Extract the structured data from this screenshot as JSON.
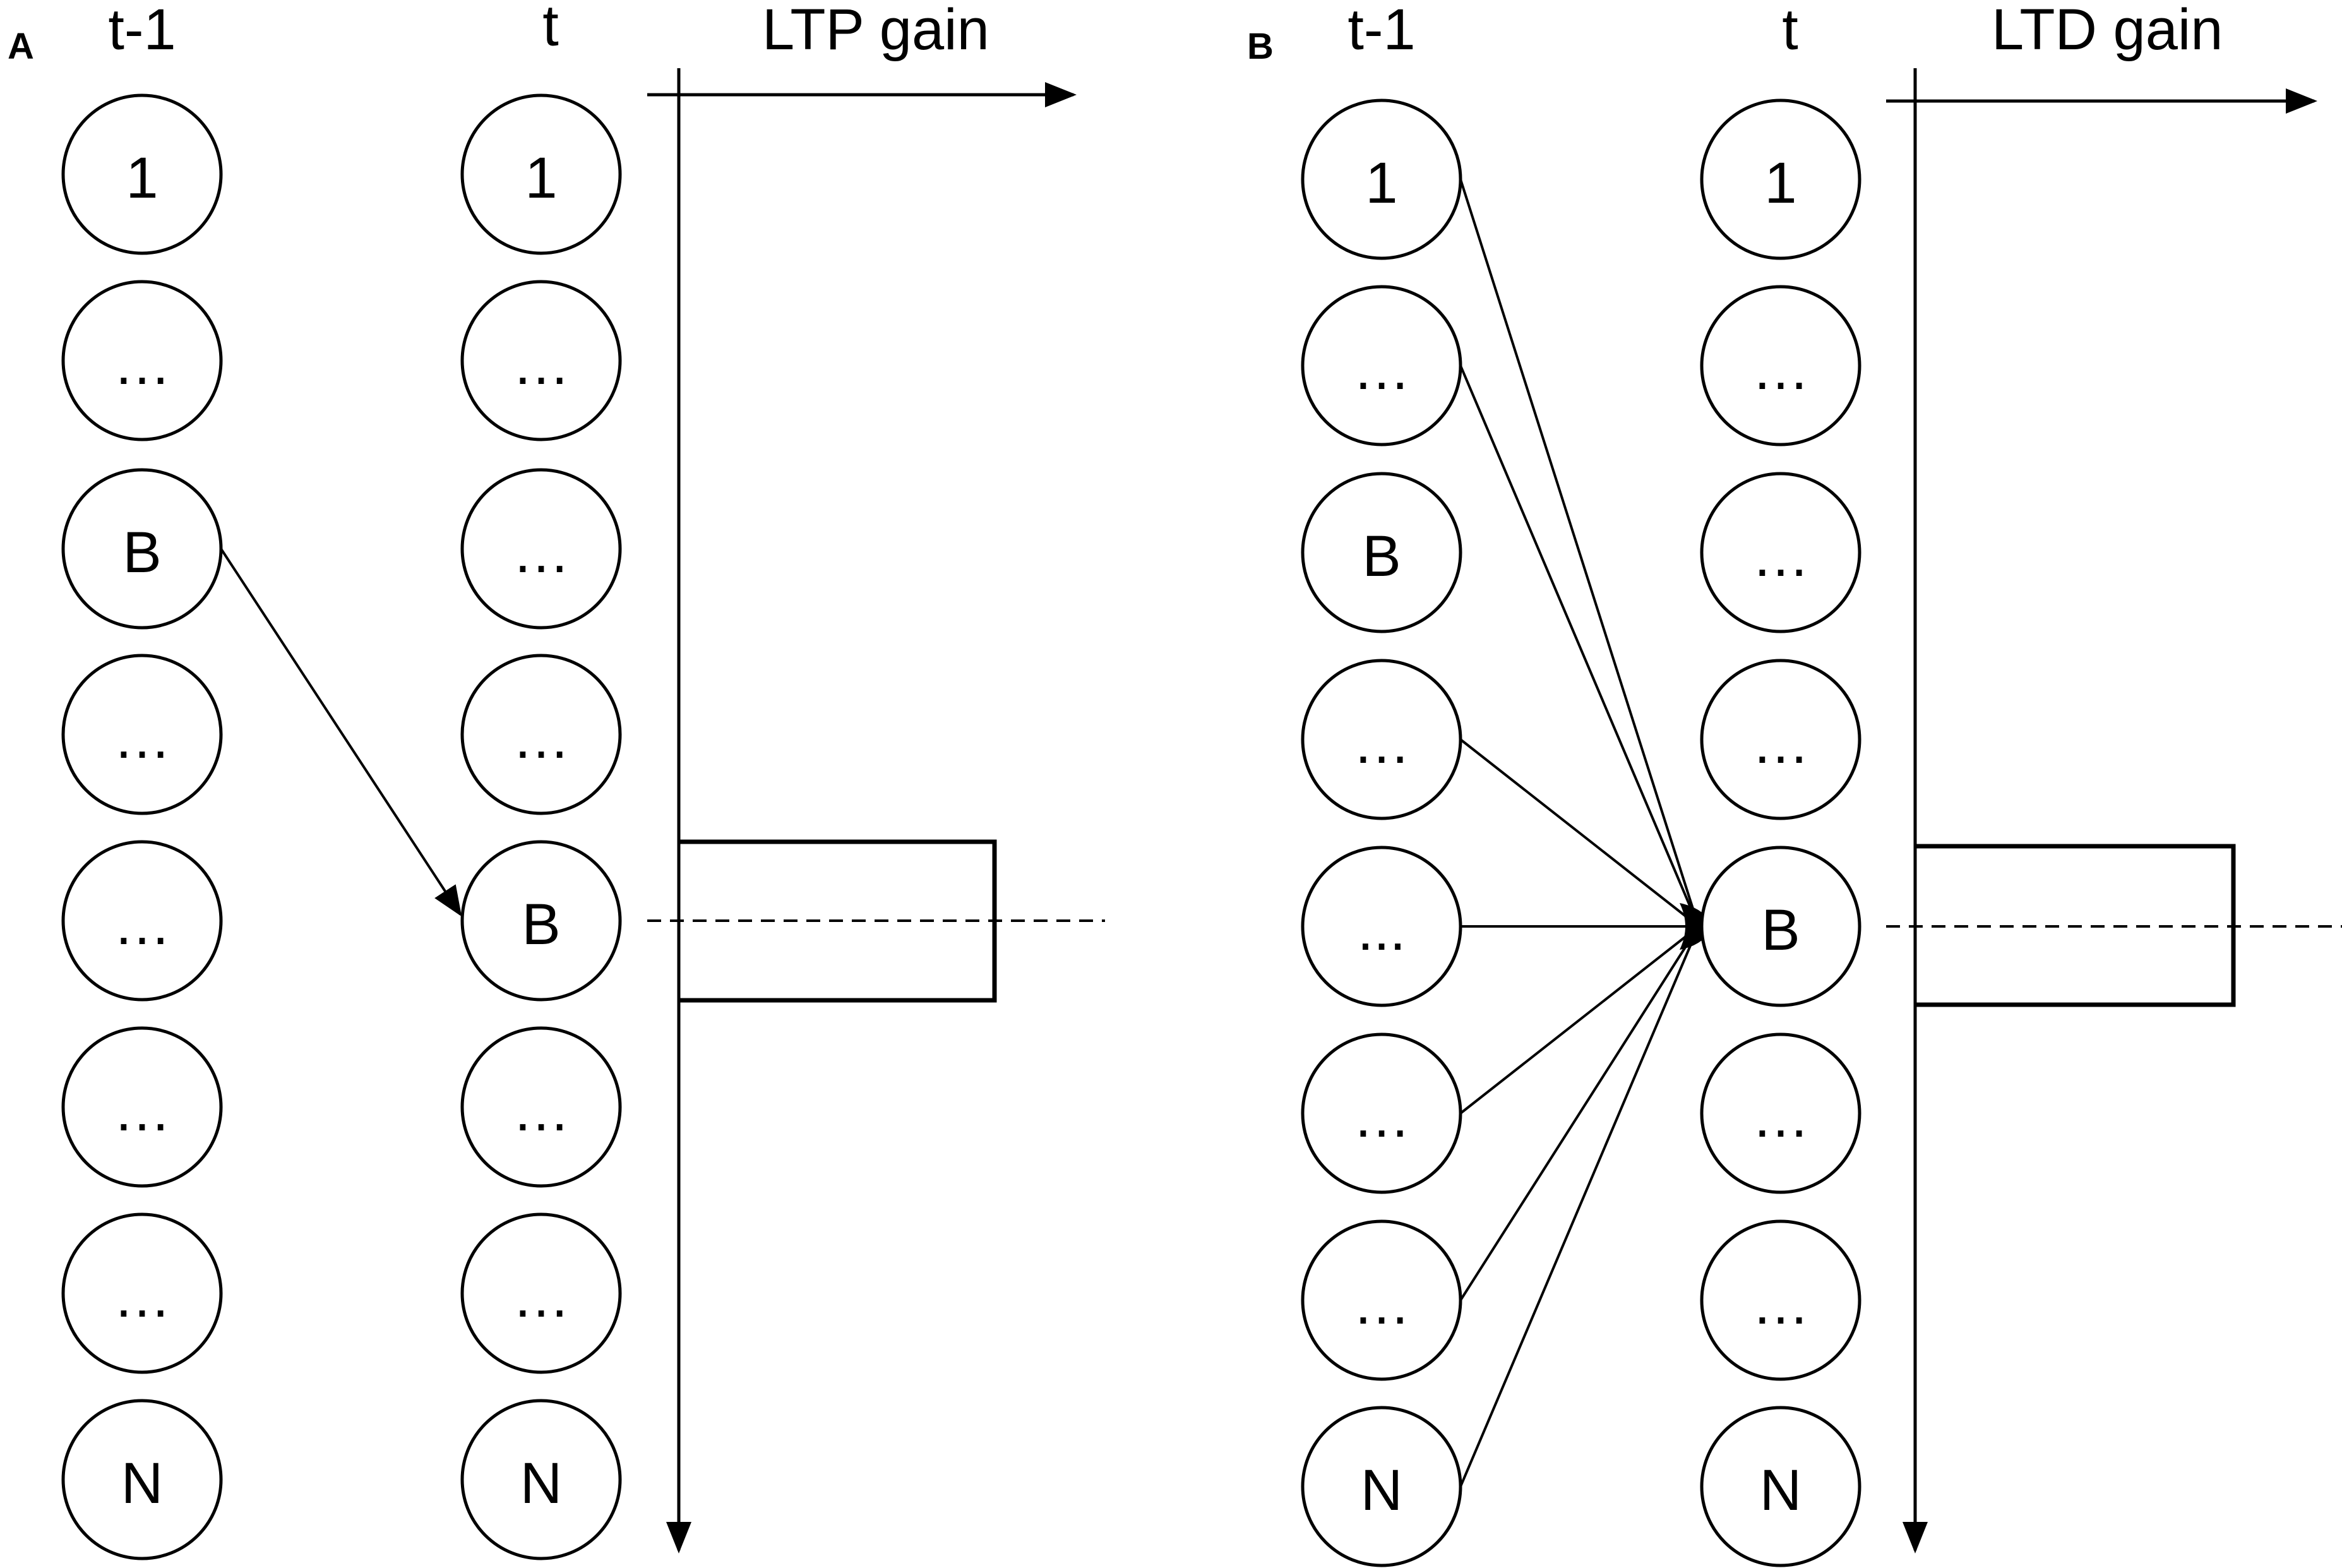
{
  "panels": [
    {
      "letter": "A",
      "col_prev_header": "t-1",
      "col_curr_header": "t",
      "gain_label": "LTP gain",
      "prev_nodes": [
        "1",
        "…",
        "B",
        "…",
        "…",
        "…",
        "…",
        "N"
      ],
      "curr_nodes": [
        "1",
        "…",
        "…",
        "…",
        "B",
        "…",
        "…",
        "N"
      ]
    },
    {
      "letter": "B",
      "col_prev_header": "t-1",
      "col_curr_header": "t",
      "gain_label": "LTD gain",
      "prev_nodes": [
        "1",
        "…",
        "B",
        "…",
        "...",
        "…",
        "…",
        "N"
      ],
      "curr_nodes": [
        "1",
        "…",
        "…",
        "…",
        "B",
        "…",
        "…",
        "N"
      ]
    }
  ]
}
